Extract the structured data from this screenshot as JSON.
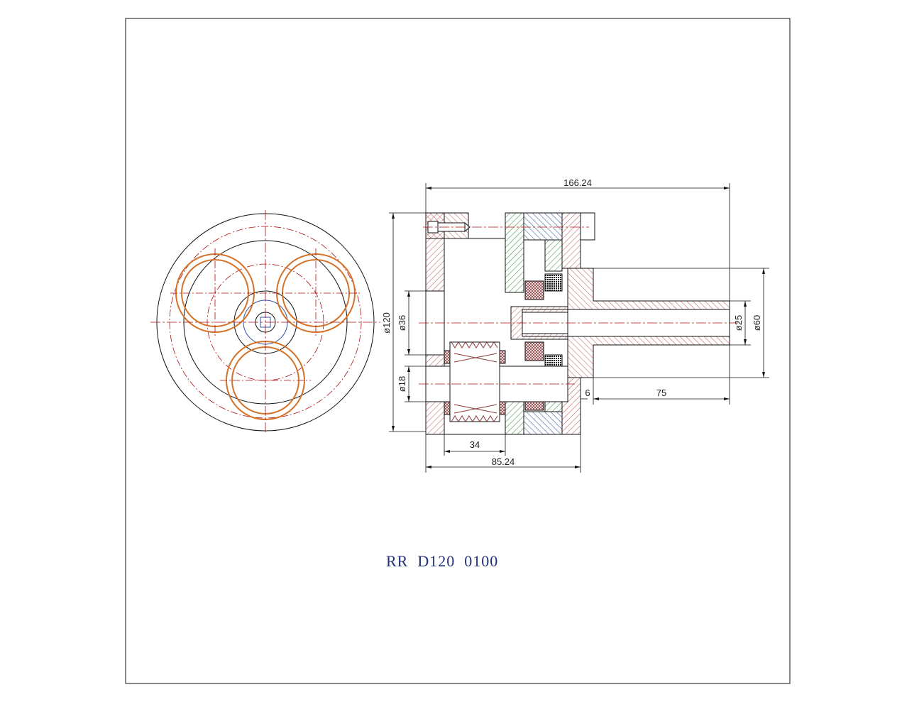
{
  "drawing": {
    "title": "RR  D120  0100",
    "colors": {
      "line": "#111111",
      "centerline": "#b01010",
      "gear": "#d4722a",
      "hatch_red": "#c05050",
      "hatch_green": "#3a8a3a",
      "hatch_blue": "#3050a0",
      "title": "#1f2f78"
    }
  },
  "dimensions": {
    "overall_length": "166.24",
    "body_length": "85.24",
    "gear_width": "34",
    "shaft_length": "75",
    "shoulder": "6",
    "outer_dia": "ø120",
    "bore_dia": "ø36",
    "pin_dia": "ø18",
    "shaft_dia": "ø25",
    "flange_dia": "ø60"
  }
}
